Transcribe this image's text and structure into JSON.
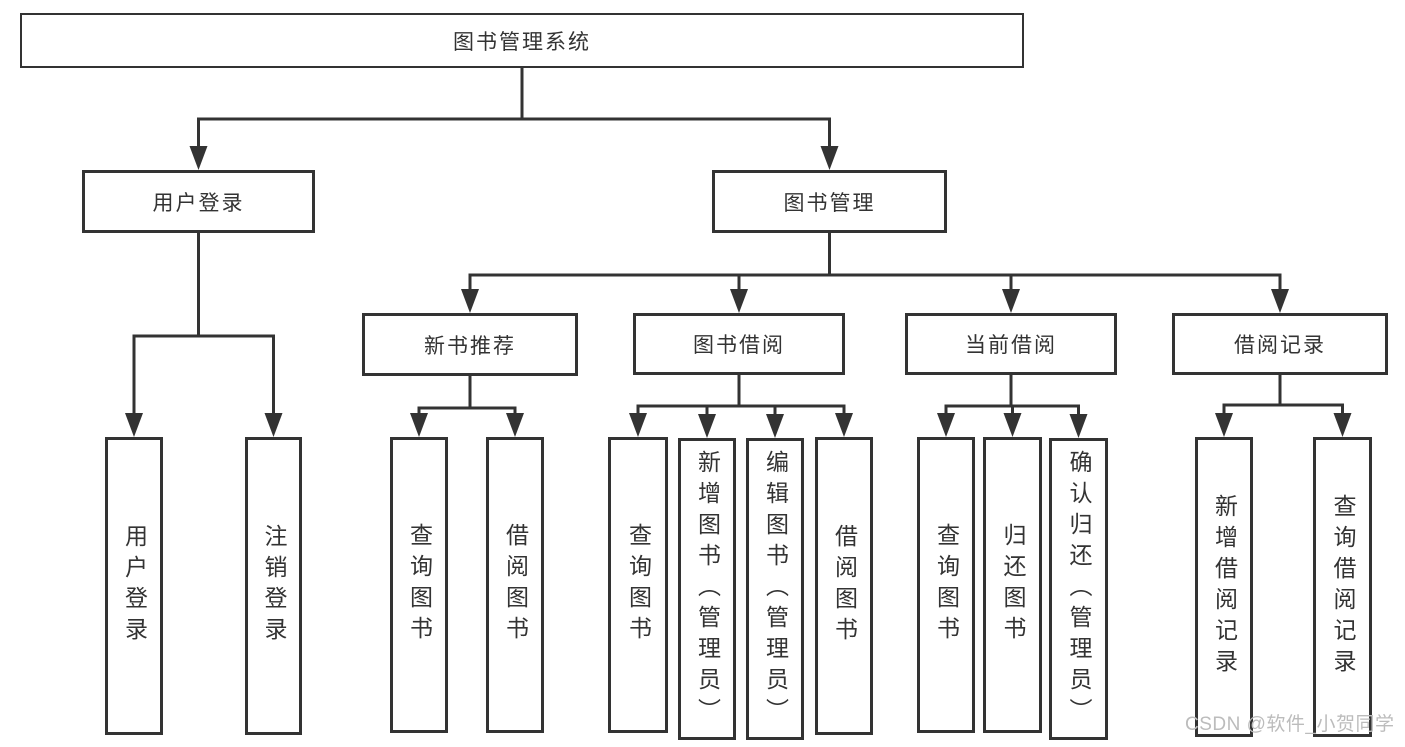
{
  "diagram": {
    "title": "图书管理系统",
    "type": "hierarchy-tree",
    "nodes": [
      {
        "id": "root",
        "label": "图书管理系统",
        "parent": null
      },
      {
        "id": "user-login",
        "label": "用户登录",
        "parent": "root"
      },
      {
        "id": "book-mgmt",
        "label": "图书管理",
        "parent": "root"
      },
      {
        "id": "new-book-rec",
        "label": "新书推荐",
        "parent": "book-mgmt"
      },
      {
        "id": "book-borrow",
        "label": "图书借阅",
        "parent": "book-mgmt"
      },
      {
        "id": "current-borrow",
        "label": "当前借阅",
        "parent": "book-mgmt"
      },
      {
        "id": "borrow-records",
        "label": "借阅记录",
        "parent": "book-mgmt"
      },
      {
        "id": "leaf-user-login",
        "label": "用户登录",
        "parent": "user-login"
      },
      {
        "id": "leaf-logout",
        "label": "注销登录",
        "parent": "user-login"
      },
      {
        "id": "leaf-rec-query",
        "label": "查询图书",
        "parent": "new-book-rec"
      },
      {
        "id": "leaf-rec-borrow",
        "label": "借阅图书",
        "parent": "new-book-rec"
      },
      {
        "id": "leaf-bb-query",
        "label": "查询图书",
        "parent": "book-borrow"
      },
      {
        "id": "leaf-bb-add",
        "label": "新增图书（管理员）",
        "parent": "book-borrow"
      },
      {
        "id": "leaf-bb-edit",
        "label": "编辑图书（管理员）",
        "parent": "book-borrow"
      },
      {
        "id": "leaf-bb-borrow",
        "label": "借阅图书",
        "parent": "book-borrow"
      },
      {
        "id": "leaf-cb-query",
        "label": "查询图书",
        "parent": "current-borrow"
      },
      {
        "id": "leaf-cb-return",
        "label": "归还图书",
        "parent": "current-borrow"
      },
      {
        "id": "leaf-cb-confirm",
        "label": "确认归还（管理员）",
        "parent": "current-borrow"
      },
      {
        "id": "leaf-br-add",
        "label": "新增借阅记录",
        "parent": "borrow-records"
      },
      {
        "id": "leaf-br-query",
        "label": "查询借阅记录",
        "parent": "borrow-records"
      }
    ]
  },
  "watermark": {
    "text": "CSDN @软件_小贺同学"
  },
  "colors": {
    "background": "#ffffff",
    "line": "#333333",
    "box_border": "#333333",
    "box_fill": "#ffffff",
    "text": "#333333",
    "watermark": "#bcbcbc"
  }
}
